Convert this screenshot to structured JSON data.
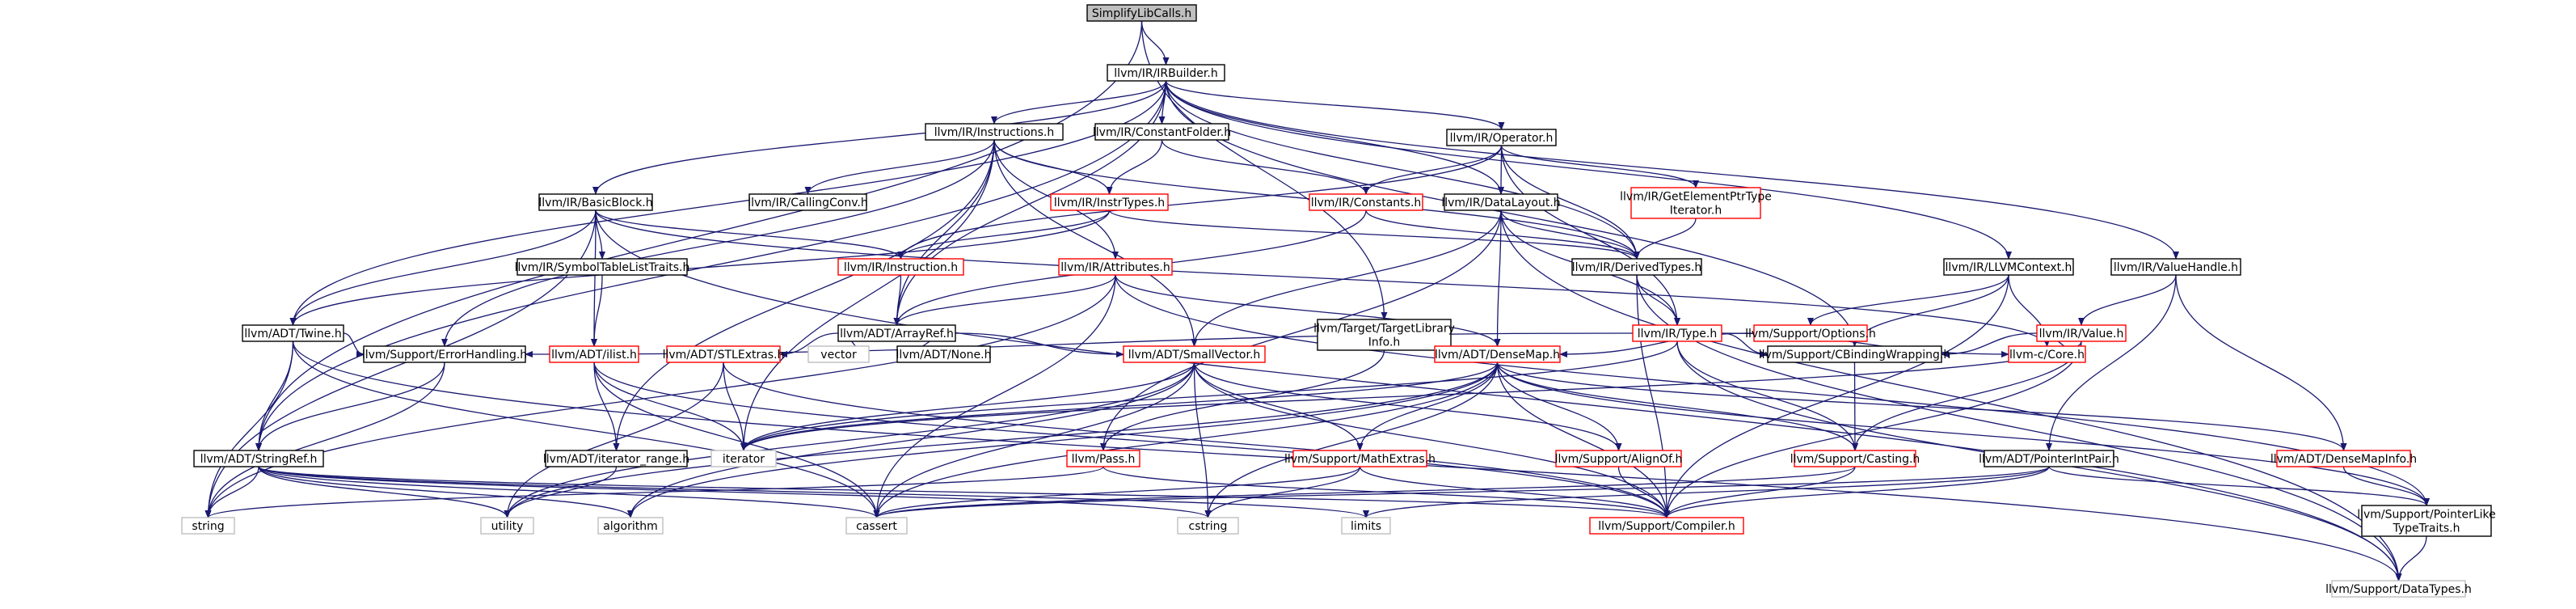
{
  "colors": {
    "edge": "#191970",
    "root_fill": "#bfbfbf",
    "normal_border": "#000000",
    "red_border": "#ff0000",
    "gray_border": "#bfbfbf",
    "text": "#000000"
  },
  "nodes": [
    {
      "id": "n1",
      "label": "SimplifyLibCalls.h",
      "kind": "root"
    },
    {
      "id": "n2",
      "label": "llvm/IR/IRBuilder.h",
      "kind": "normal"
    },
    {
      "id": "n3",
      "label": "llvm/IR/Instructions.h",
      "kind": "normal"
    },
    {
      "id": "n4",
      "label": "llvm/IR/ConstantFolder.h",
      "kind": "normal"
    },
    {
      "id": "n5",
      "label": "llvm/IR/Operator.h",
      "kind": "normal"
    },
    {
      "id": "n6",
      "label": "llvm/IR/BasicBlock.h",
      "kind": "normal"
    },
    {
      "id": "n7",
      "label": "llvm/IR/CallingConv.h",
      "kind": "normal"
    },
    {
      "id": "n8",
      "label": "llvm/IR/InstrTypes.h",
      "kind": "red"
    },
    {
      "id": "n9",
      "label": "llvm/IR/Constants.h",
      "kind": "red"
    },
    {
      "id": "n10",
      "label": "llvm/IR/DataLayout.h",
      "kind": "normal"
    },
    {
      "id": "n11",
      "label": "llvm/IR/GetElementPtrType\nIterator.h",
      "kind": "red"
    },
    {
      "id": "n12",
      "label": "llvm/IR/SymbolTableListTraits.h",
      "kind": "normal"
    },
    {
      "id": "n13",
      "label": "llvm/IR/Instruction.h",
      "kind": "red"
    },
    {
      "id": "n14",
      "label": "llvm/IR/Attributes.h",
      "kind": "red"
    },
    {
      "id": "n15",
      "label": "llvm/IR/DerivedTypes.h",
      "kind": "normal"
    },
    {
      "id": "n16",
      "label": "llvm/IR/LLVMContext.h",
      "kind": "normal"
    },
    {
      "id": "n17",
      "label": "llvm/IR/ValueHandle.h",
      "kind": "normal"
    },
    {
      "id": "n18",
      "label": "llvm/ADT/Twine.h",
      "kind": "normal"
    },
    {
      "id": "n19",
      "label": "llvm/ADT/ArrayRef.h",
      "kind": "normal"
    },
    {
      "id": "n20",
      "label": "llvm/Target/TargetLibrary\nInfo.h",
      "kind": "normal"
    },
    {
      "id": "n21",
      "label": "llvm/IR/Type.h",
      "kind": "red"
    },
    {
      "id": "n22",
      "label": "llvm/Support/Options.h",
      "kind": "red"
    },
    {
      "id": "n23",
      "label": "llvm/IR/Value.h",
      "kind": "red"
    },
    {
      "id": "n24",
      "label": "llvm/Support/ErrorHandling.h",
      "kind": "normal"
    },
    {
      "id": "n25",
      "label": "llvm/ADT/ilist.h",
      "kind": "red"
    },
    {
      "id": "n26",
      "label": "llvm/ADT/STLExtras.h",
      "kind": "red"
    },
    {
      "id": "n27",
      "label": "vector",
      "kind": "gray"
    },
    {
      "id": "n28",
      "label": "llvm/ADT/None.h",
      "kind": "normal"
    },
    {
      "id": "n29",
      "label": "llvm/ADT/SmallVector.h",
      "kind": "red"
    },
    {
      "id": "n30",
      "label": "llvm/ADT/DenseMap.h",
      "kind": "red"
    },
    {
      "id": "n31",
      "label": "llvm/Support/CBindingWrapping.h",
      "kind": "normal"
    },
    {
      "id": "n32",
      "label": "llvm-c/Core.h",
      "kind": "red"
    },
    {
      "id": "n33",
      "label": "llvm/ADT/StringRef.h",
      "kind": "normal"
    },
    {
      "id": "n34",
      "label": "llvm/ADT/iterator_range.h",
      "kind": "normal"
    },
    {
      "id": "n35",
      "label": "iterator",
      "kind": "gray"
    },
    {
      "id": "n36",
      "label": "llvm/Pass.h",
      "kind": "red"
    },
    {
      "id": "n37",
      "label": "llvm/Support/MathExtras.h",
      "kind": "red"
    },
    {
      "id": "n38",
      "label": "llvm/Support/AlignOf.h",
      "kind": "red"
    },
    {
      "id": "n39",
      "label": "llvm/Support/Casting.h",
      "kind": "red"
    },
    {
      "id": "n40",
      "label": "llvm/ADT/PointerIntPair.h",
      "kind": "normal"
    },
    {
      "id": "n41",
      "label": "llvm/ADT/DenseMapInfo.h",
      "kind": "red"
    },
    {
      "id": "n42",
      "label": "string",
      "kind": "gray"
    },
    {
      "id": "n43",
      "label": "utility",
      "kind": "gray"
    },
    {
      "id": "n44",
      "label": "algorithm",
      "kind": "gray"
    },
    {
      "id": "n45",
      "label": "cassert",
      "kind": "gray"
    },
    {
      "id": "n46",
      "label": "cstring",
      "kind": "gray"
    },
    {
      "id": "n47",
      "label": "limits",
      "kind": "gray"
    },
    {
      "id": "n48",
      "label": "llvm/Support/Compiler.h",
      "kind": "red"
    },
    {
      "id": "n49",
      "label": "llvm/Support/PointerLike\nTypeTraits.h",
      "kind": "normal"
    },
    {
      "id": "n50",
      "label": "llvm/Support/DataTypes.h",
      "kind": "gray"
    }
  ],
  "edges": [
    [
      "n1",
      "n2"
    ],
    [
      "n1",
      "n20"
    ],
    [
      "n1",
      "n33"
    ],
    [
      "n2",
      "n3"
    ],
    [
      "n2",
      "n4"
    ],
    [
      "n2",
      "n5"
    ],
    [
      "n2",
      "n6"
    ],
    [
      "n2",
      "n10"
    ],
    [
      "n2",
      "n15"
    ],
    [
      "n2",
      "n16"
    ],
    [
      "n2",
      "n17"
    ],
    [
      "n2",
      "n18"
    ],
    [
      "n2",
      "n19"
    ],
    [
      "n2",
      "n33"
    ],
    [
      "n2",
      "n31"
    ],
    [
      "n3",
      "n7"
    ],
    [
      "n3",
      "n8"
    ],
    [
      "n3",
      "n14"
    ],
    [
      "n3",
      "n29"
    ],
    [
      "n3",
      "n19"
    ],
    [
      "n3",
      "n15"
    ],
    [
      "n3",
      "n35"
    ],
    [
      "n3",
      "n34"
    ],
    [
      "n3",
      "n24"
    ],
    [
      "n4",
      "n8"
    ],
    [
      "n4",
      "n9"
    ],
    [
      "n5",
      "n9"
    ],
    [
      "n5",
      "n10"
    ],
    [
      "n5",
      "n11"
    ],
    [
      "n5",
      "n15"
    ],
    [
      "n5",
      "n21"
    ],
    [
      "n5",
      "n13"
    ],
    [
      "n6",
      "n12"
    ],
    [
      "n6",
      "n13"
    ],
    [
      "n6",
      "n18"
    ],
    [
      "n6",
      "n25"
    ],
    [
      "n6",
      "n50"
    ],
    [
      "n6",
      "n42"
    ],
    [
      "n6",
      "n32"
    ],
    [
      "n8",
      "n13"
    ],
    [
      "n8",
      "n15"
    ],
    [
      "n8",
      "n18"
    ],
    [
      "n9",
      "n19"
    ],
    [
      "n9",
      "n15"
    ],
    [
      "n10",
      "n15"
    ],
    [
      "n10",
      "n21"
    ],
    [
      "n10",
      "n29"
    ],
    [
      "n10",
      "n30"
    ],
    [
      "n10",
      "n36"
    ],
    [
      "n10",
      "n50"
    ],
    [
      "n11",
      "n15"
    ],
    [
      "n12",
      "n25"
    ],
    [
      "n13",
      "n19"
    ],
    [
      "n14",
      "n19"
    ],
    [
      "n14",
      "n42"
    ],
    [
      "n14",
      "n45"
    ],
    [
      "n14",
      "n49"
    ],
    [
      "n14",
      "n30"
    ],
    [
      "n15",
      "n21"
    ],
    [
      "n15",
      "n48"
    ],
    [
      "n15",
      "n50"
    ],
    [
      "n16",
      "n22"
    ],
    [
      "n16",
      "n31"
    ],
    [
      "n16",
      "n32"
    ],
    [
      "n16",
      "n48"
    ],
    [
      "n17",
      "n23"
    ],
    [
      "n17",
      "n40"
    ],
    [
      "n17",
      "n41"
    ],
    [
      "n18",
      "n24"
    ],
    [
      "n18",
      "n33"
    ],
    [
      "n18",
      "n45"
    ],
    [
      "n18",
      "n42"
    ],
    [
      "n18",
      "n50"
    ],
    [
      "n19",
      "n26"
    ],
    [
      "n19",
      "n27"
    ],
    [
      "n19",
      "n28"
    ],
    [
      "n19",
      "n29"
    ],
    [
      "n20",
      "n30"
    ],
    [
      "n20",
      "n36"
    ],
    [
      "n21",
      "n24"
    ],
    [
      "n21",
      "n31"
    ],
    [
      "n21",
      "n32"
    ],
    [
      "n21",
      "n39"
    ],
    [
      "n21",
      "n50"
    ],
    [
      "n21",
      "n35"
    ],
    [
      "n22",
      "n30"
    ],
    [
      "n23",
      "n31"
    ],
    [
      "n23",
      "n32"
    ],
    [
      "n23",
      "n39"
    ],
    [
      "n23",
      "n48"
    ],
    [
      "n23",
      "n35"
    ],
    [
      "n24",
      "n33"
    ],
    [
      "n24",
      "n42"
    ],
    [
      "n25",
      "n34"
    ],
    [
      "n25",
      "n35"
    ],
    [
      "n25",
      "n45"
    ],
    [
      "n25",
      "n48"
    ],
    [
      "n26",
      "n35"
    ],
    [
      "n26",
      "n43"
    ],
    [
      "n26",
      "n48"
    ],
    [
      "n29",
      "n37"
    ],
    [
      "n29",
      "n38"
    ],
    [
      "n29",
      "n44"
    ],
    [
      "n29",
      "n45"
    ],
    [
      "n29",
      "n46"
    ],
    [
      "n29",
      "n35"
    ],
    [
      "n29",
      "n48"
    ],
    [
      "n29",
      "n43"
    ],
    [
      "n30",
      "n37"
    ],
    [
      "n30",
      "n38"
    ],
    [
      "n30",
      "n41"
    ],
    [
      "n30",
      "n39"
    ],
    [
      "n30",
      "n45"
    ],
    [
      "n30",
      "n43"
    ],
    [
      "n30",
      "n44"
    ],
    [
      "n30",
      "n35"
    ],
    [
      "n30",
      "n49"
    ],
    [
      "n30",
      "n46"
    ],
    [
      "n30",
      "n48"
    ],
    [
      "n31",
      "n39"
    ],
    [
      "n33",
      "n42"
    ],
    [
      "n33",
      "n43"
    ],
    [
      "n33",
      "n44"
    ],
    [
      "n33",
      "n45"
    ],
    [
      "n33",
      "n46"
    ],
    [
      "n33",
      "n47"
    ],
    [
      "n33",
      "n48"
    ],
    [
      "n34",
      "n43"
    ],
    [
      "n36",
      "n42"
    ],
    [
      "n36",
      "n48"
    ],
    [
      "n37",
      "n45"
    ],
    [
      "n37",
      "n46"
    ],
    [
      "n37",
      "n48"
    ],
    [
      "n38",
      "n48"
    ],
    [
      "n39",
      "n45"
    ],
    [
      "n39",
      "n48"
    ],
    [
      "n40",
      "n45"
    ],
    [
      "n40",
      "n47"
    ],
    [
      "n40",
      "n48"
    ],
    [
      "n40",
      "n49"
    ],
    [
      "n41",
      "n49"
    ],
    [
      "n49",
      "n50"
    ]
  ]
}
